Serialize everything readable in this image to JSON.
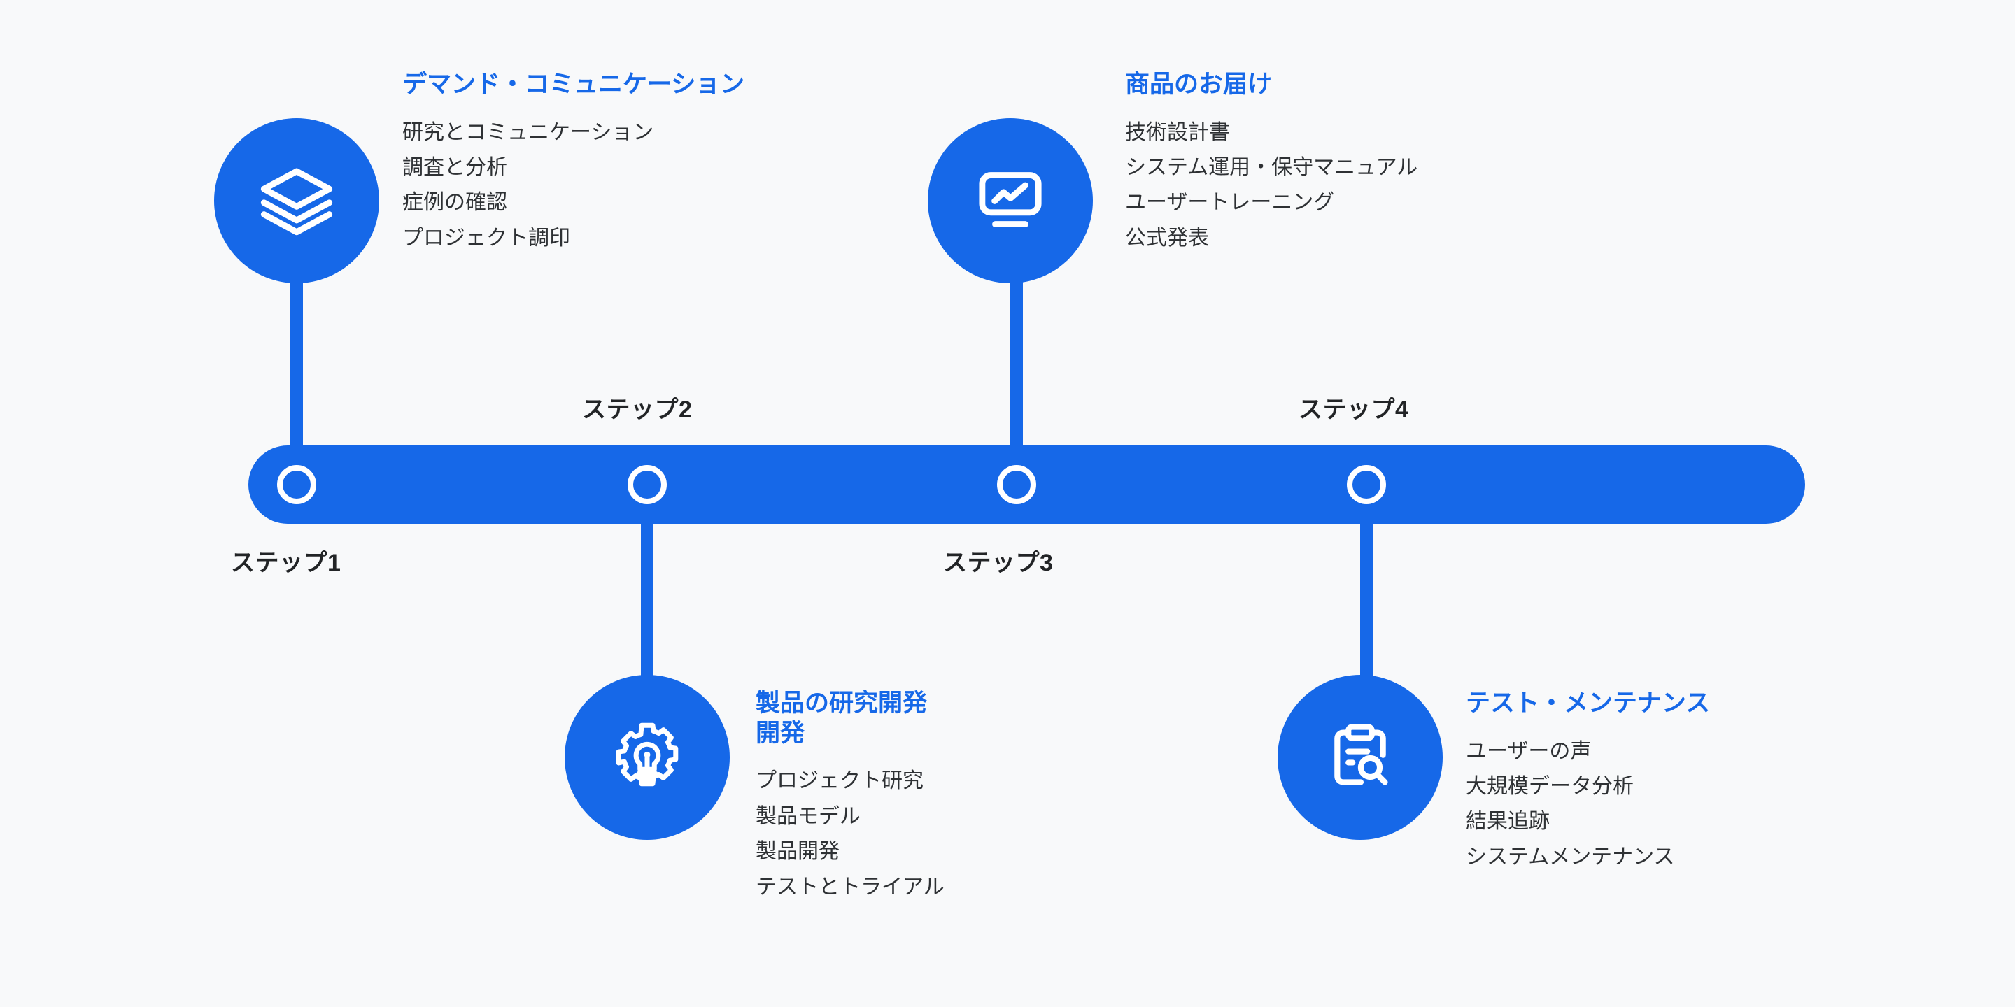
{
  "theme": {
    "background": "#F8F9FA",
    "accent": "#1668E8",
    "marker_ring": "#FFFFFF",
    "title_color": "#1668E8",
    "body_color": "#2E3134",
    "caption_color": "#222426"
  },
  "timeline": {
    "markers": [
      {
        "step_label": "ステップ1",
        "caption_position": "below",
        "icon": "layers-icon",
        "icon_position": "above"
      },
      {
        "step_label": "ステップ2",
        "caption_position": "above",
        "icon": "gear-lightbulb-icon",
        "icon_position": "below"
      },
      {
        "step_label": "ステップ3",
        "caption_position": "below",
        "icon": "monitor-chart-icon",
        "icon_position": "above"
      },
      {
        "step_label": "ステップ4",
        "caption_position": "above",
        "icon": "clipboard-search-icon",
        "icon_position": "below"
      }
    ]
  },
  "blocks": [
    {
      "id": "demand-communication",
      "title": "デマンド・コミュニケーション",
      "items": [
        "研究とコミュニケーション",
        "調査と分析",
        "症例の確認",
        "プロジェクト調印"
      ]
    },
    {
      "id": "product-delivery",
      "title": "商品のお届け",
      "items": [
        "技術設計書",
        "システム運用・保守マニュアル",
        "ユーザートレーニング",
        "公式発表"
      ]
    },
    {
      "id": "product-rnd",
      "title": "製品の研究開発\n開発",
      "items": [
        "プロジェクト研究",
        "製品モデル",
        "製品開発",
        "テストとトライアル"
      ]
    },
    {
      "id": "test-maintenance",
      "title": "テスト・メンテナンス",
      "items": [
        "ユーザーの声",
        "大規模データ分析",
        "結果追跡",
        "システムメンテナンス"
      ]
    }
  ]
}
